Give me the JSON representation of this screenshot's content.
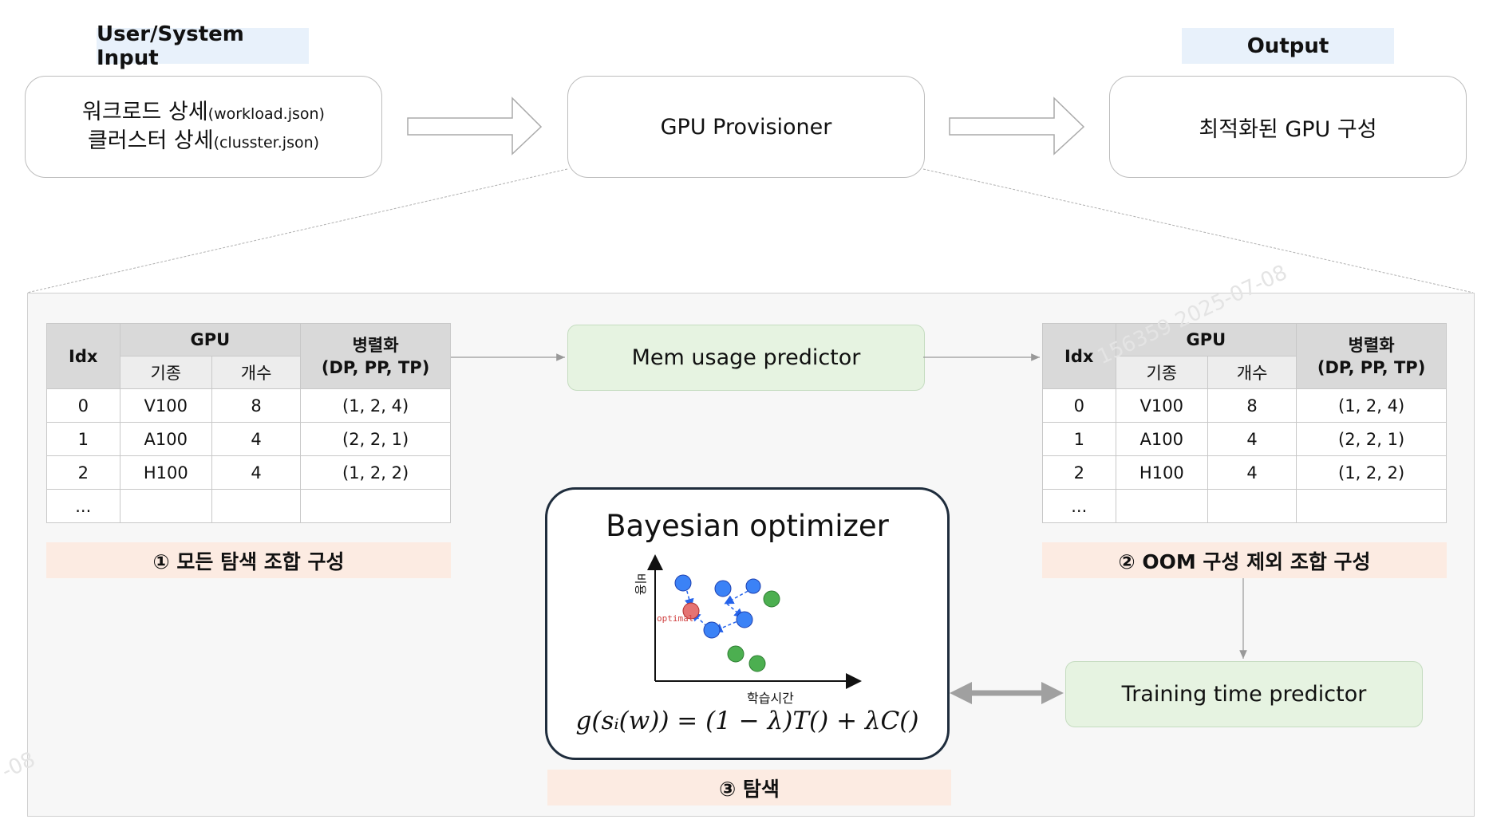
{
  "header": {
    "input_tag": "User/System Input",
    "output_tag": "Output"
  },
  "top_flow": {
    "input_line1_big": "워크로드 상세",
    "input_line1_small": "(workload.json)",
    "input_line2_big": "클러스터 상세",
    "input_line2_small": "(clusster.json)",
    "provisioner": "GPU Provisioner",
    "output": "최적화된 GPU 구성"
  },
  "table_headers": {
    "idx": "Idx",
    "gpu": "GPU",
    "model": "기종",
    "count": "개수",
    "parallel_line1": "병렬화",
    "parallel_line2": "(DP, PP, TP)"
  },
  "table_rows": [
    {
      "idx": "0",
      "model": "V100",
      "count": "8",
      "parallel": "(1, 2, 4)"
    },
    {
      "idx": "1",
      "model": "A100",
      "count": "4",
      "parallel": "(2, 2, 1)"
    },
    {
      "idx": "2",
      "model": "H100",
      "count": "4",
      "parallel": "(1, 2, 2)"
    },
    {
      "idx": "...",
      "model": "",
      "count": "",
      "parallel": ""
    }
  ],
  "labels": {
    "step1": "① 모든 탐색 조합 구성",
    "step2": "② OOM 구성 제외 조합 구성",
    "step3": "③ 탐색"
  },
  "predictors": {
    "mem": "Mem usage predictor",
    "time": "Training time predictor"
  },
  "bayesian": {
    "title": "Bayesian optimizer",
    "y_axis": "비용",
    "x_axis": "학습시간",
    "optimal": "optimal",
    "formula": "g(sᵢ(w)) = (1 − λ)T() + λC()"
  },
  "watermark": {
    "text1": "156359  2025-07-08",
    "text2": "-08"
  },
  "colors": {
    "tag_bg": "#e8f1fb",
    "label_bg": "#fcebe2",
    "predictor_bg": "#e6f3e1",
    "point_blue": "#3b82f6",
    "point_green": "#4caf50",
    "point_red": "#e57373"
  }
}
